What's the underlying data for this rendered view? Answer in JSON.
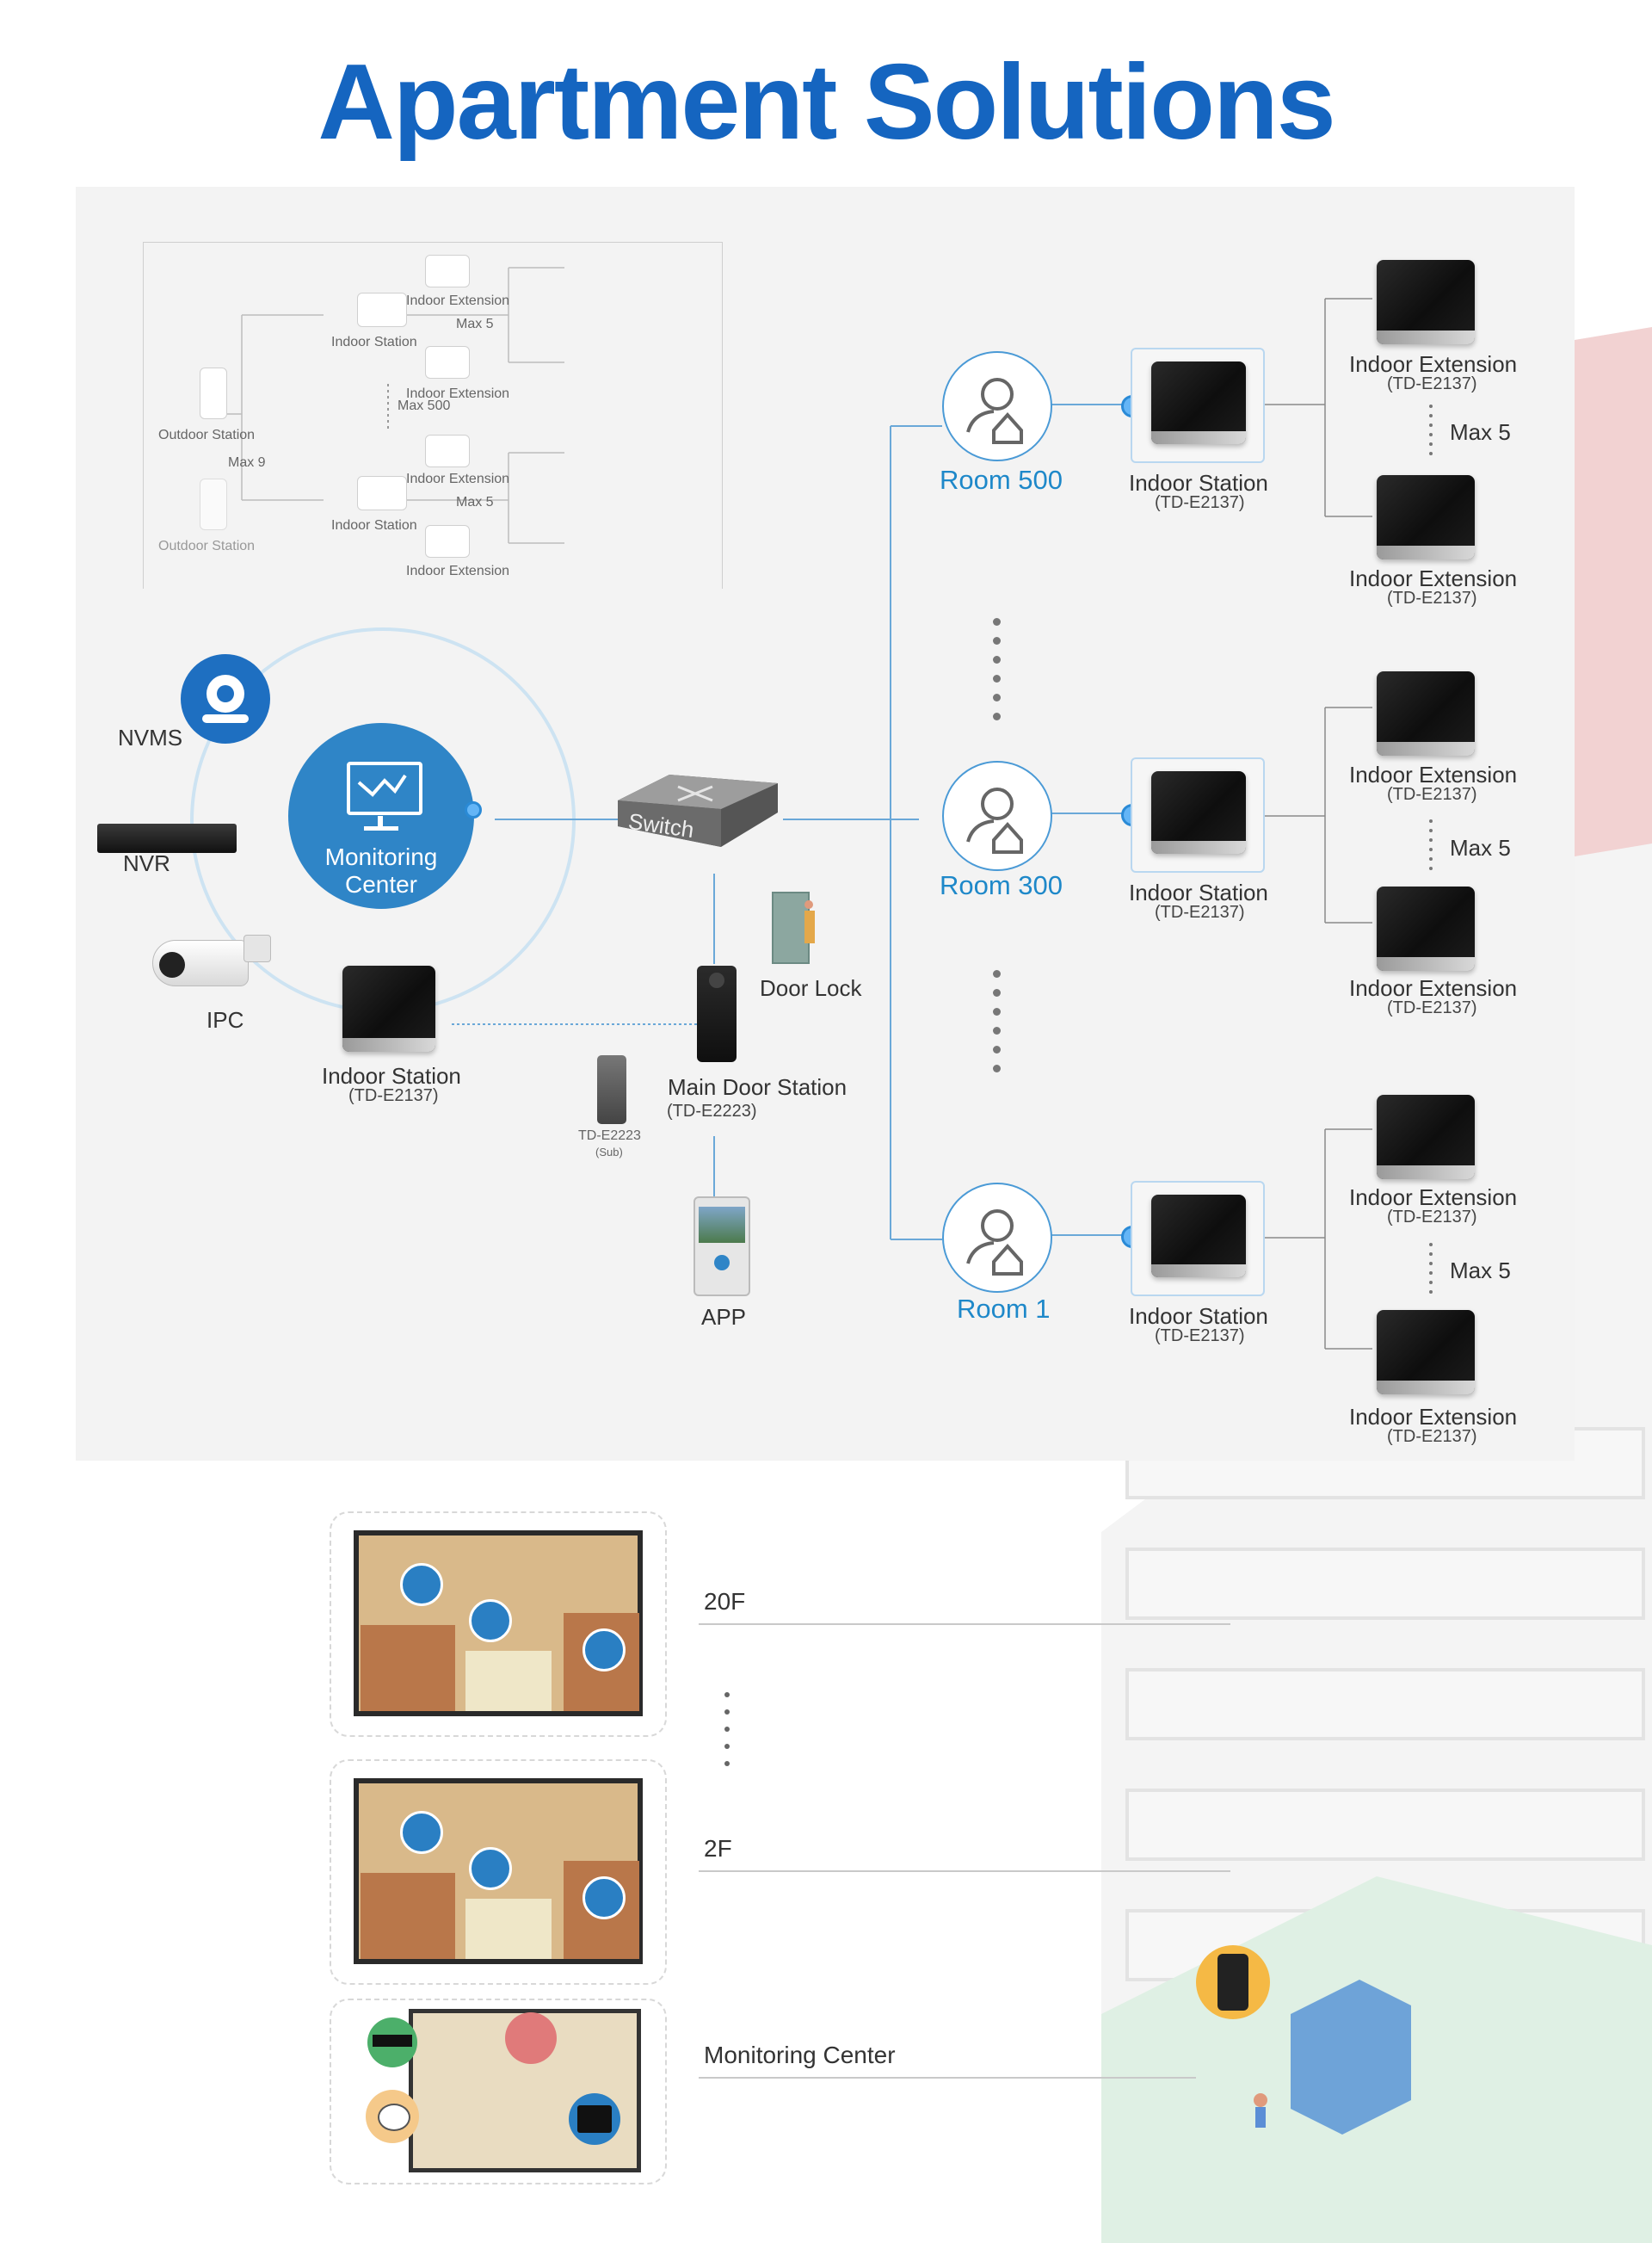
{
  "title": "Apartment Solutions",
  "thumbnail": {
    "indoor_extension": "Indoor Extension",
    "indoor_station": "Indoor Station",
    "outdoor_station": "Outdoor Station",
    "max5": "Max 5",
    "max500": "Max 500",
    "max9": "Max 9"
  },
  "left": {
    "nvms": "NVMS",
    "nvr": "NVR",
    "ipc": "IPC",
    "monitoring_center": "Monitoring Center",
    "indoor_station": "Indoor Station",
    "indoor_station_model": "(TD-E2137)",
    "switch": "Switch",
    "door_lock": "Door Lock",
    "main_door_station": "Main Door Station",
    "main_door_station_model": "(TD-E2223)",
    "sub_model": "TD-E2223",
    "sub_note": "(Sub)",
    "app": "APP"
  },
  "rooms": [
    {
      "name": "Room 500",
      "station": "Indoor Station",
      "station_model": "(TD-E2137)",
      "ext1": "Indoor Extension",
      "ext1_model": "(TD-E2137)",
      "max": "Max 5",
      "ext2": "Indoor Extension",
      "ext2_model": "(TD-E2137)"
    },
    {
      "name": "Room 300",
      "station": "Indoor Station",
      "station_model": "(TD-E2137)",
      "ext1": "Indoor Extension",
      "ext1_model": "(TD-E2137)",
      "max": "Max 5",
      "ext2": "Indoor Extension",
      "ext2_model": "(TD-E2137)"
    },
    {
      "name": "Room 1",
      "station": "Indoor Station",
      "station_model": "(TD-E2137)",
      "ext1": "Indoor Extension",
      "ext1_model": "(TD-E2137)",
      "max": "Max 5",
      "ext2": "Indoor Extension",
      "ext2_model": "(TD-E2137)"
    }
  ],
  "floors": {
    "f20": "20F",
    "f2": "2F",
    "monitoring": "Monitoring Center"
  },
  "colors": {
    "title": "#1565c0",
    "accent_blue": "#1e88c9",
    "monitoring_circle": "#2f85c7",
    "panel_bg": "#f3f3f3"
  }
}
